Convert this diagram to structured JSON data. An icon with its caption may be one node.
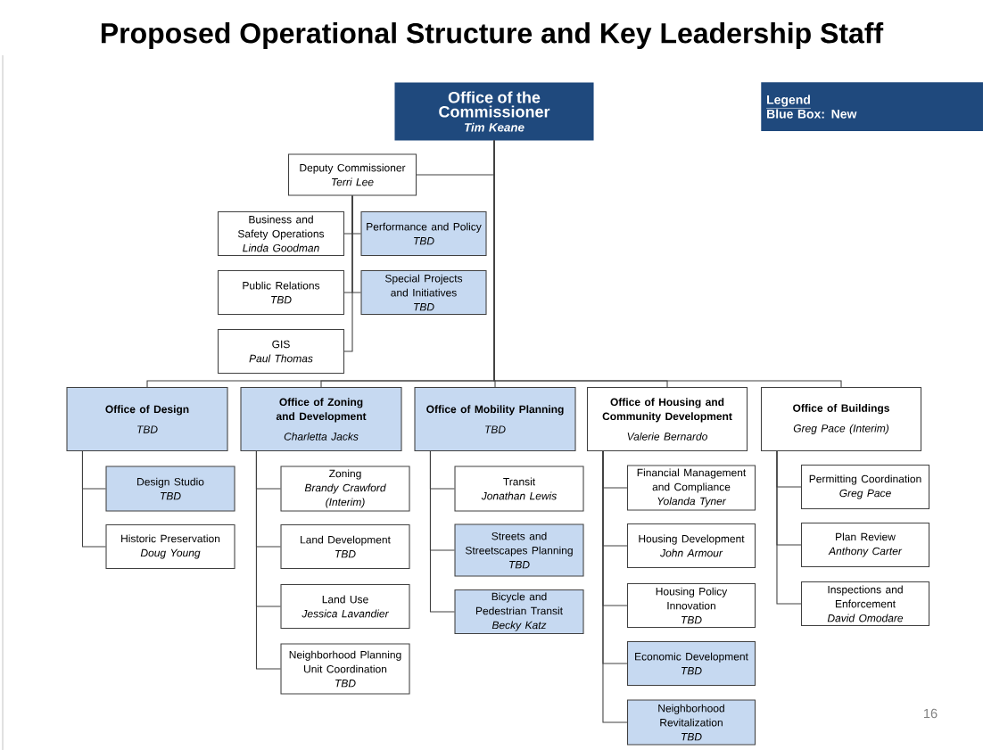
{
  "diagram": {
    "title": "Proposed Operational Structure and Key Leadership Staff",
    "nodes": [
      {
        "text": [
          "Office of the Commissioner",
          "Tim Keane"
        ]
      },
      {
        "text": [
          "Deputy Commissioner",
          "Terri Lee"
        ]
      },
      {
        "text": [
          "Business and Safety Operations",
          "Linda Goodman"
        ]
      },
      {
        "text": [
          "Performance and Policy",
          "TBD"
        ]
      },
      {
        "text": [
          "Public Relations",
          "TBD"
        ]
      },
      {
        "text": [
          "Special Projects and Initiatives",
          "TBD"
        ]
      },
      {
        "text": [
          "GIS",
          "Paul Thomas"
        ]
      },
      {
        "text": [
          "Office of Design",
          "TBD"
        ]
      },
      {
        "text": [
          "Design Studio",
          "TBD"
        ]
      },
      {
        "text": [
          "Historic Preservation",
          "Doug Young"
        ]
      },
      {
        "text": [
          "Office of Zoning and Development",
          "Charletta Jacks"
        ]
      },
      {
        "text": [
          "Zoning",
          "Brandy Crawford (Interim)"
        ]
      },
      {
        "text": [
          "Land Development",
          "TBD"
        ]
      },
      {
        "text": [
          "Land Use",
          "Jessica Lavandier"
        ]
      },
      {
        "text": [
          "Neighborhood Planning Unit Coordination",
          "TBD"
        ]
      },
      {
        "text": [
          "Office of Mobility Planning",
          "TBD"
        ]
      },
      {
        "text": [
          "Transit",
          "Jonathan Lewis"
        ]
      },
      {
        "text": [
          "Streets and Streetscapes Planning",
          "TBD"
        ]
      },
      {
        "text": [
          "Bicycle and Pedestrian Transit",
          "Becky Katz"
        ]
      },
      {
        "text": [
          "Office of Housing and Community Development",
          "Valerie Bernardo"
        ]
      },
      {
        "text": [
          "Financial Management and Compliance",
          "Yolanda Tyner"
        ]
      },
      {
        "text": [
          "Housing Development",
          "John Armour"
        ]
      },
      {
        "text": [
          "Housing Policy Innovation",
          "TBD"
        ]
      },
      {
        "text": [
          "Economic Development",
          "TBD"
        ]
      },
      {
        "text": [
          "Neighborhood Revitalization",
          "TBD"
        ]
      },
      {
        "text": [
          "Office of Buildings",
          "Greg Pace (Interim)"
        ]
      },
      {
        "text": [
          "Permitting Coordination",
          "Greg Pace"
        ]
      },
      {
        "text": [
          "Plan Review",
          "Anthony Carter"
        ]
      },
      {
        "text": [
          "Inspections and Enforcement",
          "David Omodare"
        ]
      }
    ],
    "edges": [
      {
        "from": 0,
        "to": 1,
        "arrow": "none"
      },
      {
        "from": 1,
        "to": 2,
        "arrow": "none"
      },
      {
        "from": 1,
        "to": 3,
        "arrow": "none"
      },
      {
        "from": 1,
        "to": 4,
        "arrow": "none"
      },
      {
        "from": 1,
        "to": 5,
        "arrow": "none"
      },
      {
        "from": 1,
        "to": 6,
        "arrow": "none"
      },
      {
        "from": 0,
        "to": 7,
        "arrow": "none"
      },
      {
        "from": 0,
        "to": 10,
        "arrow": "none"
      },
      {
        "from": 0,
        "to": 15,
        "arrow": "none"
      },
      {
        "from": 0,
        "to": 19,
        "arrow": "none"
      },
      {
        "from": 0,
        "to": 25,
        "arrow": "none"
      },
      {
        "from": 7,
        "to": 8,
        "arrow": "none"
      },
      {
        "from": 7,
        "to": 9,
        "arrow": "none"
      },
      {
        "from": 10,
        "to": 11,
        "arrow": "none"
      },
      {
        "from": 10,
        "to": 12,
        "arrow": "none"
      },
      {
        "from": 10,
        "to": 13,
        "arrow": "none"
      },
      {
        "from": 10,
        "to": 14,
        "arrow": "none"
      },
      {
        "from": 15,
        "to": 16,
        "arrow": "none"
      },
      {
        "from": 15,
        "to": 17,
        "arrow": "none"
      },
      {
        "from": 15,
        "to": 18,
        "arrow": "none"
      },
      {
        "from": 19,
        "to": 20,
        "arrow": "none"
      },
      {
        "from": 19,
        "to": 21,
        "arrow": "none"
      },
      {
        "from": 19,
        "to": 22,
        "arrow": "none"
      },
      {
        "from": 19,
        "to": 23,
        "arrow": "none"
      },
      {
        "from": 19,
        "to": 24,
        "arrow": "none"
      },
      {
        "from": 25,
        "to": 26,
        "arrow": "none"
      },
      {
        "from": 25,
        "to": 27,
        "arrow": "none"
      },
      {
        "from": 25,
        "to": 28,
        "arrow": "none"
      }
    ],
    "labels": [
      "Legend",
      "16"
    ],
    "legend": [
      {
        "text": "Blue Box: New"
      }
    ]
  }
}
